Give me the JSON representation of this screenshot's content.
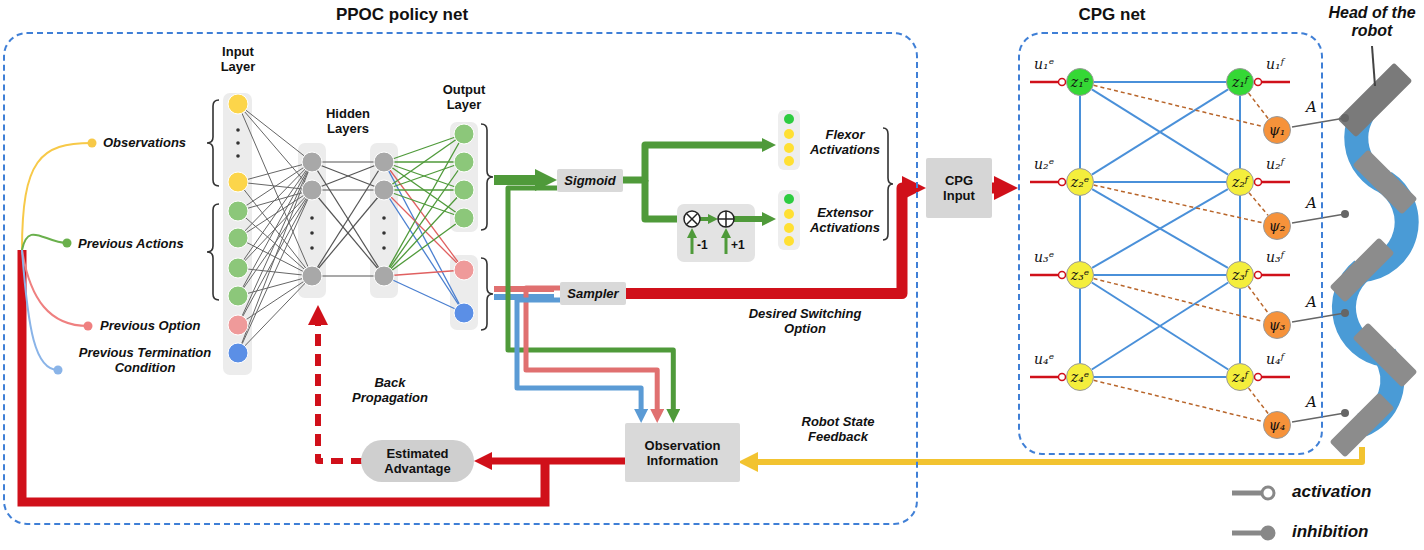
{
  "diagram": {
    "nodes": [
      {
        "text": [
          "PPOC policy net"
        ]
      },
      {
        "text": [
          "Sigmoid"
        ],
        "in": 0
      },
      {
        "text": [
          "Sampler"
        ],
        "in": 0
      },
      {
        "text": [
          "Observation Information"
        ],
        "in": 0
      },
      {
        "text": [
          "Estimated Advantage"
        ],
        "in": 0
      },
      {
        "text": [
          "CPG Input"
        ]
      },
      {
        "text": [
          "CPG net"
        ]
      },
      {
        "text": [
          "z₁ᵉ"
        ],
        "in": 6
      },
      {
        "text": [
          "z₁ᶠ"
        ],
        "in": 6
      },
      {
        "text": [
          "z₂ᵉ"
        ],
        "in": 6
      },
      {
        "text": [
          "z₂ᶠ"
        ],
        "in": 6
      },
      {
        "text": [
          "z₃ᵉ"
        ],
        "in": 6
      },
      {
        "text": [
          "z₃ᶠ"
        ],
        "in": 6
      },
      {
        "text": [
          "z₄ᵉ"
        ],
        "in": 6
      },
      {
        "text": [
          "z₄ᶠ"
        ],
        "in": 6
      },
      {
        "text": [
          "ψ₁"
        ],
        "in": 6
      },
      {
        "text": [
          "ψ₂"
        ],
        "in": 6
      },
      {
        "text": [
          "ψ₃"
        ],
        "in": 6
      },
      {
        "text": [
          "ψ₄"
        ],
        "in": 6
      }
    ],
    "edges": [
      {
        "from": 1,
        "to": 3,
        "arrow": "to"
      },
      {
        "from": 2,
        "to": 3,
        "arrow": "to"
      },
      {
        "from": 2,
        "to": 3,
        "arrow": "to"
      },
      {
        "from": 2,
        "to": 5,
        "label": "Desired Switching Option",
        "arrow": "to"
      },
      {
        "from": 5,
        "to": 6,
        "arrow": "to"
      },
      {
        "from": 3,
        "to": 4,
        "arrow": "to"
      },
      {
        "from": 7,
        "to": 8,
        "arrow": "none"
      },
      {
        "from": 9,
        "to": 10,
        "arrow": "none"
      },
      {
        "from": 11,
        "to": 12,
        "arrow": "none"
      },
      {
        "from": 13,
        "to": 14,
        "arrow": "none"
      },
      {
        "from": 7,
        "to": 9,
        "arrow": "none"
      },
      {
        "from": 9,
        "to": 11,
        "arrow": "none"
      },
      {
        "from": 11,
        "to": 13,
        "arrow": "none"
      },
      {
        "from": 8,
        "to": 10,
        "arrow": "none"
      },
      {
        "from": 10,
        "to": 12,
        "arrow": "none"
      },
      {
        "from": 12,
        "to": 14,
        "arrow": "none"
      },
      {
        "from": 7,
        "to": 10,
        "arrow": "none"
      },
      {
        "from": 8,
        "to": 9,
        "arrow": "none"
      },
      {
        "from": 9,
        "to": 12,
        "arrow": "none"
      },
      {
        "from": 10,
        "to": 11,
        "arrow": "none"
      },
      {
        "from": 11,
        "to": 14,
        "arrow": "none"
      },
      {
        "from": 12,
        "to": 13,
        "arrow": "none"
      },
      {
        "from": 8,
        "to": 15,
        "arrow": "none"
      },
      {
        "from": 10,
        "to": 16,
        "arrow": "none"
      },
      {
        "from": 12,
        "to": 17,
        "arrow": "none"
      },
      {
        "from": 14,
        "to": 18,
        "arrow": "none"
      },
      {
        "from": 7,
        "to": 15,
        "arrow": "none"
      },
      {
        "from": 9,
        "to": 16,
        "arrow": "none"
      },
      {
        "from": 11,
        "to": 17,
        "arrow": "none"
      },
      {
        "from": 13,
        "to": 18,
        "arrow": "none"
      }
    ],
    "labels": [
      "Head of the robot",
      "Input Layer",
      "Hidden Layers",
      "Output Layer",
      "Observations",
      "Previous Actions",
      "Previous Option",
      "Previous Termination Condition",
      "Flexor Activations",
      "Extensor Activations",
      "-1",
      "+1",
      "Back Propagation",
      "Robot State Feedback",
      "u₁ᵉ",
      "u₁ᶠ",
      "u₂ᵉ",
      "u₂ᶠ",
      "u₃ᵉ",
      "u₃ᶠ",
      "u₄ᵉ",
      "u₄ᶠ",
      "A",
      "A",
      "A",
      "A"
    ],
    "legend": [
      {
        "text": "activation"
      },
      {
        "text": "inhibition"
      }
    ]
  }
}
